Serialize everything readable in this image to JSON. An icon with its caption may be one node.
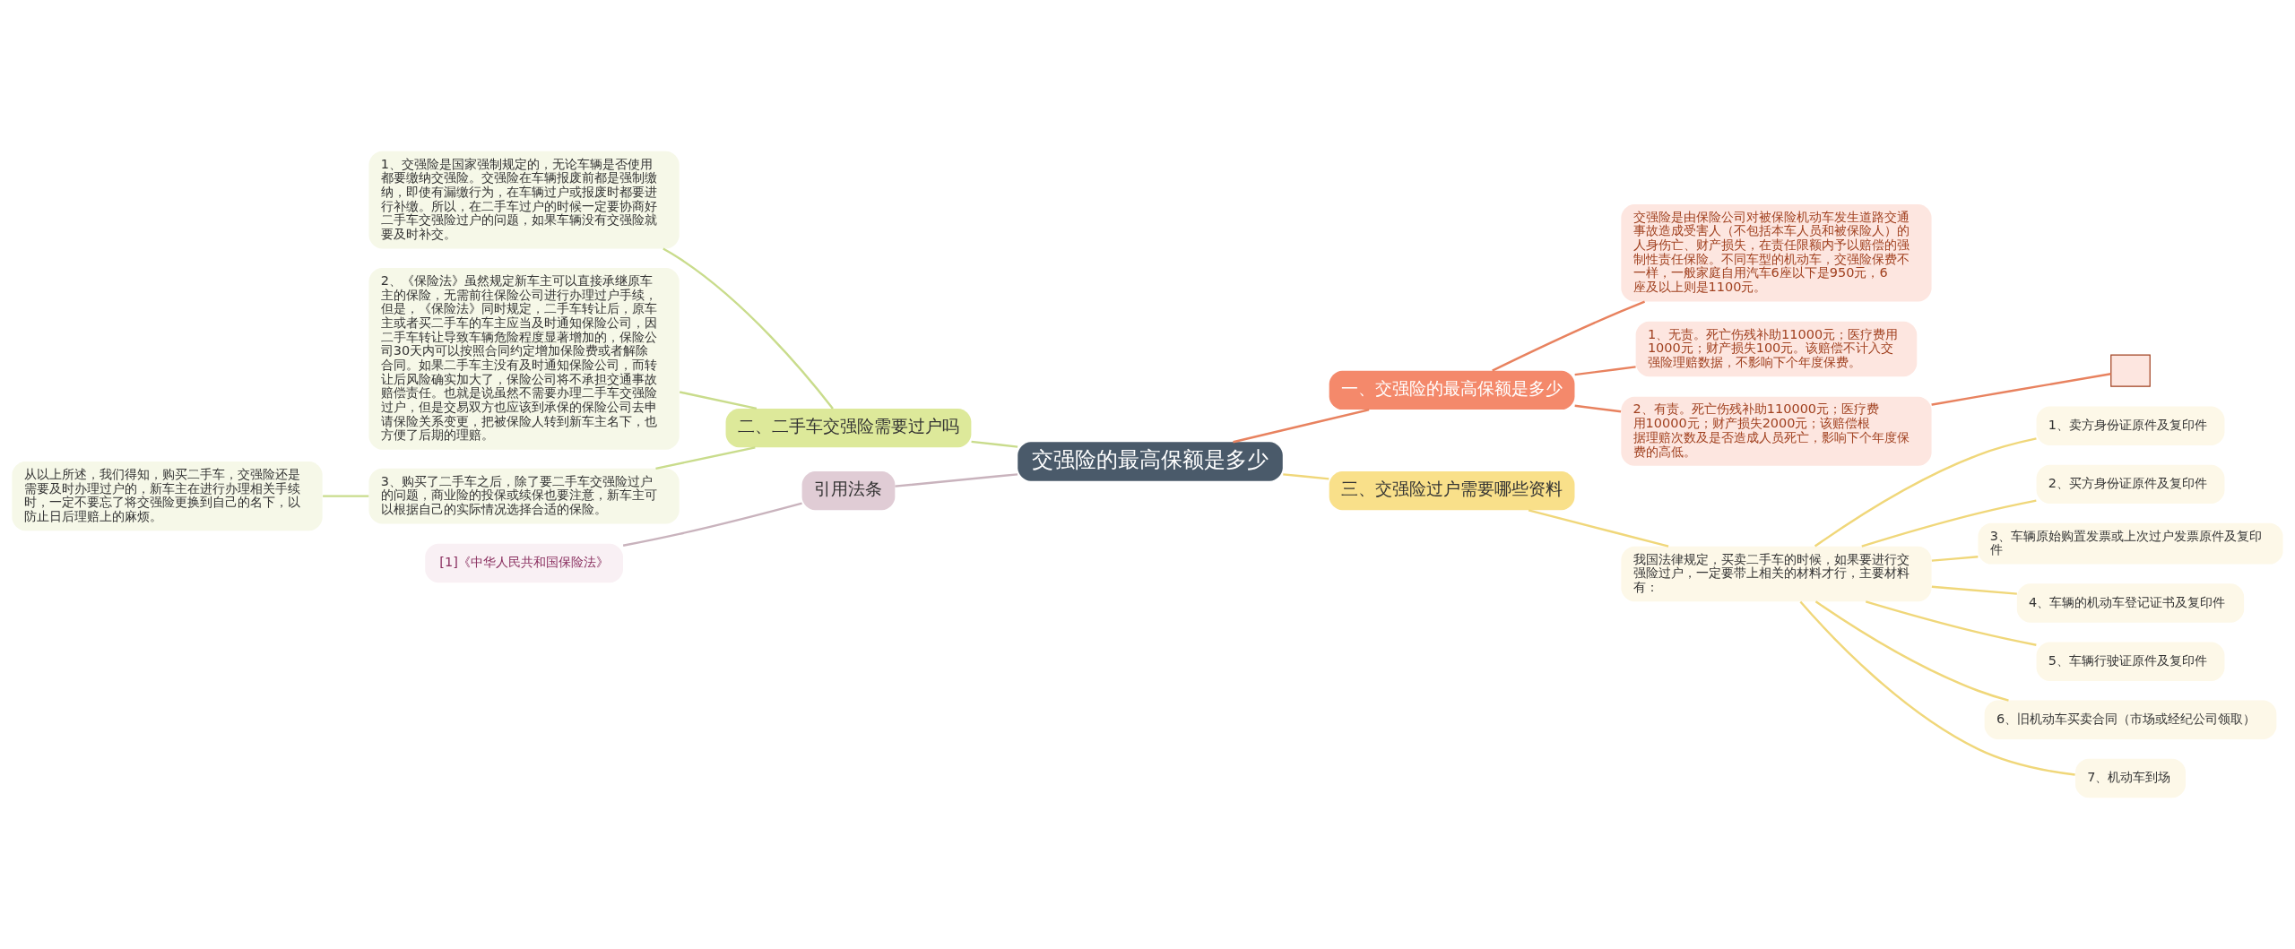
{
  "diagram": {
    "nodes": [
      {
        "text": [
          "交强险的最高保额是多少"
        ]
      },
      {
        "text": [
          "一、交强险的最高保额是多少"
        ]
      },
      {
        "text": [
          "交强险是由保险公司对被保险机动车发生道路交通事故造成受害人（不包括本车人员和被保险人）的人身伤亡、财产损失，在责任限额内予以赔偿的强制性责任保险。不同车型的机动车，交强险保费不一样，一般家庭自用汽车6座以下是950元，6座及以上则是1100元。"
        ]
      },
      {
        "text": [
          "1、无责。死亡伤残补助11000元；医疗费用1000元；财产损失100元。该赔偿不计入交强险理赔数据，不影响下个年度保费。"
        ]
      },
      {
        "text": [
          "2、有责。死亡伤残补助110000元；医疗费用10000元；财产损失2000元；该赔偿根据理赔次数及是否造成人员死亡，影响下个年度保费的高低。"
        ]
      },
      {
        "text": [],
        "shape": "box"
      },
      {
        "text": [
          "二、二手车交强险需要过户吗"
        ]
      },
      {
        "text": [
          "1、交强险是国家强制规定的，无论车辆是否使用都要缴纳交强险。交强险在车辆报废前都是强制缴纳，即使有漏缴行为，在车辆过户或报废时都要进行补缴。所以，在二手车过户的时候一定要协商好二手车交强险过户的问题，如果车辆没有交强险就要及时补交。"
        ]
      },
      {
        "text": [
          "2、《保险法》虽然规定新车主可以直接承继原车主的保险，无需前往保险公司进行办理过户手续，但是，《保险法》同时规定，二手车转让后，原车主或者买二手车的车主应当及时通知保险公司，因二手车转让导致车辆危险程度显著增加的，保险公司30天内可以按照合同约定增加保险费或者解除合同。如果二手车主没有及时通知保险公司，而转让后风险确实加大了，保险公司将不承担交通事故赔偿责任。也就是说虽然不需要办理二手车交强险过户，但是交易双方也应该到承保的保险公司去申请保险关系变更，把被保险人转到新车主名下，也方便了后期的理赔。"
        ]
      },
      {
        "text": [
          "3、购买了二手车之后，除了要二手车交强险过户的问题，商业险的投保或续保也要注意，新车主可以根据自己的实际情况选择合适的保险。"
        ]
      },
      {
        "text": [
          "从以上所述，我们得知，购买二手车，交强险还是需要及时办理过户的，新车主在进行办理相关手续时，一定不要忘了将交强险更换到自己的名下，以防止日后理赔上的麻烦。"
        ]
      },
      {
        "text": [
          "引用法条"
        ]
      },
      {
        "text": [
          "[1]《中华人民共和国保险法》"
        ]
      },
      {
        "text": [
          "三、交强险过户需要哪些资料"
        ]
      },
      {
        "text": [
          "我国法律规定，买卖二手车的时候，如果要进行交强险过户，一定要带上相关的材料才行，主要材料有："
        ]
      },
      {
        "text": [
          "1、卖方身份证原件及复印件"
        ]
      },
      {
        "text": [
          "2、买方身份证原件及复印件"
        ]
      },
      {
        "text": [
          "3、车辆原始购置发票或上次过户发票原件及复印件"
        ]
      },
      {
        "text": [
          "4、车辆的机动车登记证书及复印件"
        ]
      },
      {
        "text": [
          "5、车辆行驶证原件及复印件"
        ]
      },
      {
        "text": [
          "6、旧机动车买卖合同（市场或经纪公司领取）"
        ]
      },
      {
        "text": [
          "7、机动车到场"
        ]
      }
    ],
    "edges": [
      {
        "from": 0,
        "to": 1,
        "arrow": "none",
        "color": "#e8825f"
      },
      {
        "from": 1,
        "to": 2,
        "arrow": "none",
        "color": "#e8825f"
      },
      {
        "from": 1,
        "to": 3,
        "arrow": "none",
        "color": "#e8825f"
      },
      {
        "from": 1,
        "to": 4,
        "arrow": "none",
        "color": "#e8825f"
      },
      {
        "from": 4,
        "to": 5,
        "arrow": "none",
        "color": "#e8825f"
      },
      {
        "from": 0,
        "to": 6,
        "arrow": "none",
        "color": "#c9dc8c"
      },
      {
        "from": 6,
        "to": 7,
        "arrow": "none",
        "color": "#c9dc8c"
      },
      {
        "from": 6,
        "to": 8,
        "arrow": "none",
        "color": "#c9dc8c"
      },
      {
        "from": 6,
        "to": 9,
        "arrow": "none",
        "color": "#c9dc8c"
      },
      {
        "from": 9,
        "to": 10,
        "arrow": "none",
        "color": "#c9dc8c"
      },
      {
        "from": 0,
        "to": 11,
        "arrow": "none",
        "color": "#c9b3bd"
      },
      {
        "from": 11,
        "to": 12,
        "arrow": "none",
        "color": "#c9b3bd"
      },
      {
        "from": 0,
        "to": 13,
        "arrow": "none"
      },
      {
        "from": 13,
        "to": 14,
        "arrow": "none"
      },
      {
        "from": 14,
        "to": 15,
        "arrow": "none"
      },
      {
        "from": 14,
        "to": 16,
        "arrow": "none"
      },
      {
        "from": 14,
        "to": 17,
        "arrow": "none"
      },
      {
        "from": 14,
        "to": 18,
        "arrow": "none"
      },
      {
        "from": 14,
        "to": 19,
        "arrow": "none"
      },
      {
        "from": 14,
        "to": 20,
        "arrow": "none"
      },
      {
        "from": 14,
        "to": 21,
        "arrow": "none"
      }
    ]
  }
}
